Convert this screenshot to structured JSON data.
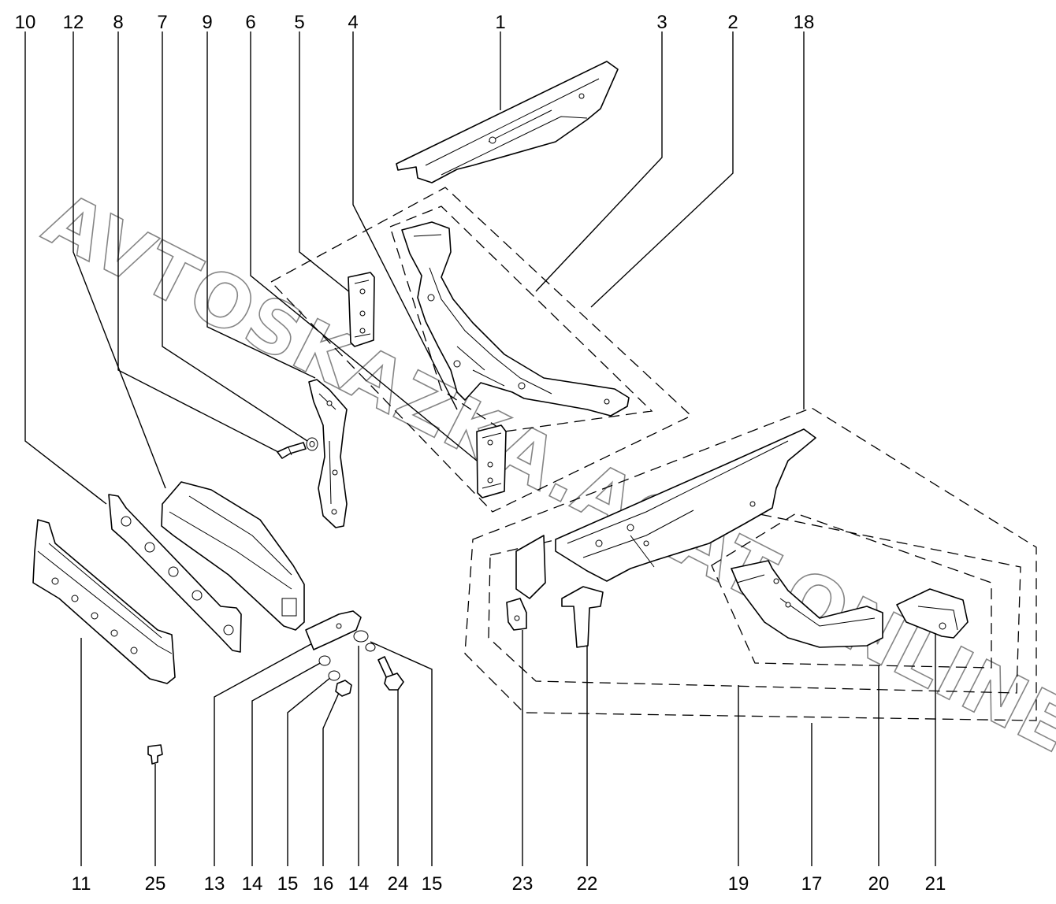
{
  "watermark": "AVTOSKAZKA.ACAT.ONLINE",
  "top_callouts": [
    "10",
    "12",
    "8",
    "7",
    "9",
    "6",
    "5",
    "4",
    "1",
    "3",
    "2",
    "18"
  ],
  "bottom_callouts": [
    "11",
    "25",
    "13",
    "14",
    "15",
    "16",
    "14",
    "24",
    "15",
    "23",
    "22",
    "19",
    "17",
    "20",
    "21"
  ],
  "parts": [
    {
      "number": "1"
    },
    {
      "number": "2"
    },
    {
      "number": "3"
    },
    {
      "number": "4"
    },
    {
      "number": "5"
    },
    {
      "number": "6"
    },
    {
      "number": "7"
    },
    {
      "number": "8"
    },
    {
      "number": "9"
    },
    {
      "number": "10"
    },
    {
      "number": "11"
    },
    {
      "number": "12"
    },
    {
      "number": "13"
    },
    {
      "number": "14"
    },
    {
      "number": "15"
    },
    {
      "number": "16"
    },
    {
      "number": "17"
    },
    {
      "number": "18"
    },
    {
      "number": "19"
    },
    {
      "number": "20"
    },
    {
      "number": "21"
    },
    {
      "number": "22"
    },
    {
      "number": "23"
    },
    {
      "number": "24"
    },
    {
      "number": "25"
    }
  ]
}
